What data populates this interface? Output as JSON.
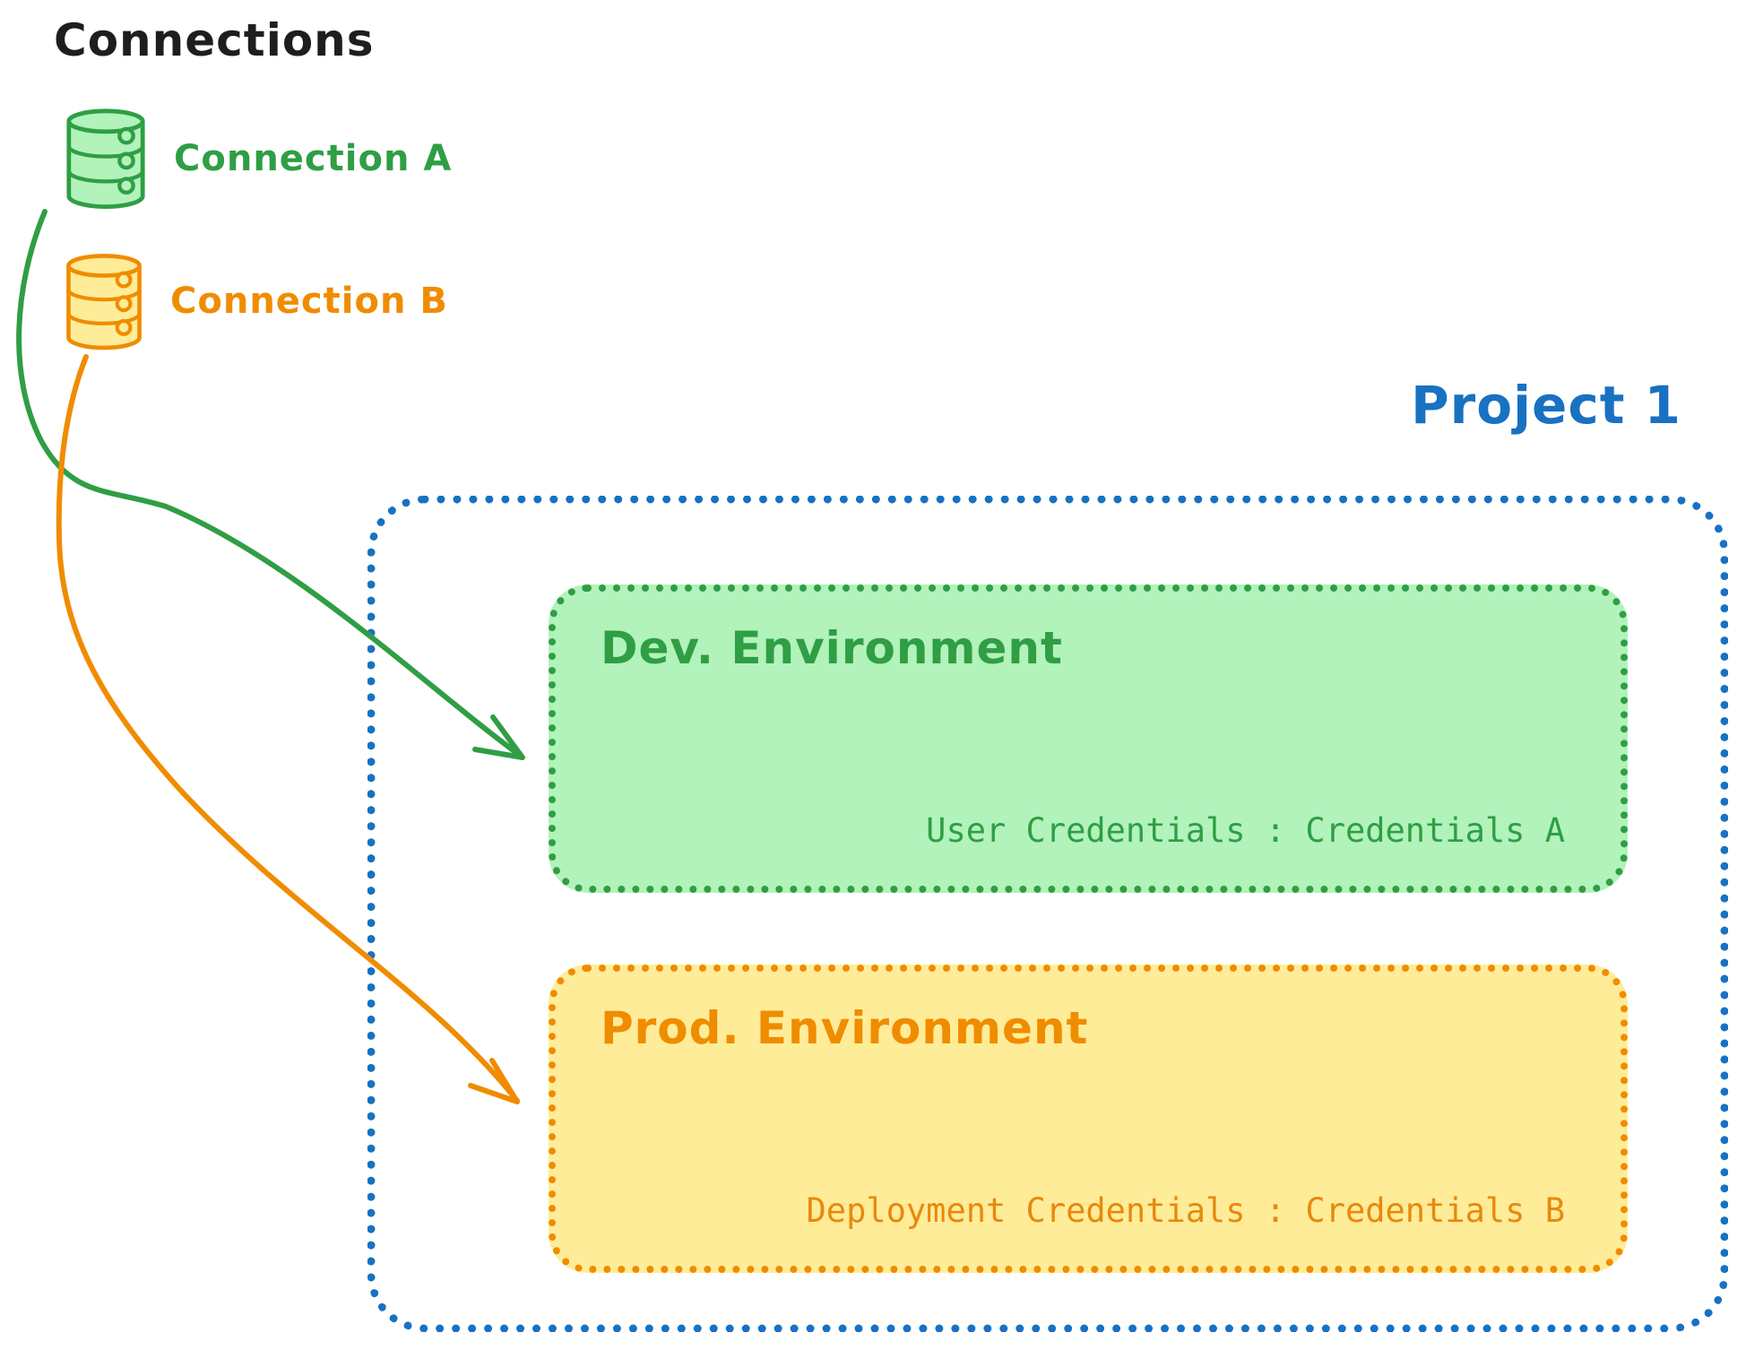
{
  "title": "Connections",
  "colors": {
    "ink": "#1e1e1e",
    "green": "#2f9e44",
    "green_fill": "#b2f2bb",
    "orange": "#f08c00",
    "orange_text": "#e8890c",
    "orange_fill": "#ffec99",
    "blue": "#1971c2"
  },
  "connections": [
    {
      "label": "Connection A",
      "icon": "database-icon",
      "color": "green"
    },
    {
      "label": "Connection B",
      "icon": "database-icon",
      "color": "orange"
    }
  ],
  "project": {
    "title": "Project 1",
    "environments": [
      {
        "name": "Dev. Environment",
        "credentials_label": "User Credentials : Credentials A"
      },
      {
        "name": "Prod. Environment",
        "credentials_label": "Deployment Credentials : Credentials B"
      }
    ]
  },
  "arrows": [
    {
      "from": "Connection A",
      "to": "Dev. Environment",
      "color": "green"
    },
    {
      "from": "Connection B",
      "to": "Prod. Environment",
      "color": "orange"
    }
  ]
}
